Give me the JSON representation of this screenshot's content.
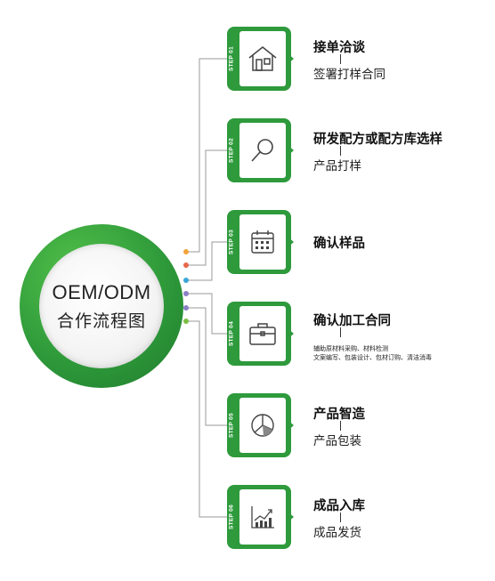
{
  "hub": {
    "title": "OEM/ODM",
    "subtitle": "合作流程图"
  },
  "colors": {
    "green": "#2e9a3c",
    "dot_colors": [
      "#f2a33a",
      "#e8674a",
      "#3aa6d8",
      "#8a7fc4",
      "#8a7fc4",
      "#7cbf45"
    ]
  },
  "steps": [
    {
      "step": "STEP 01",
      "icon": "house-icon",
      "title": "接单洽谈",
      "subtitle": "签署打样合同"
    },
    {
      "step": "STEP 02",
      "icon": "magnifier-icon",
      "title": "研发配方或配方库选样",
      "subtitle": "产品打样"
    },
    {
      "step": "STEP 03",
      "icon": "calendar-icon",
      "title": "确认样品",
      "subtitle": ""
    },
    {
      "step": "STEP 04",
      "icon": "briefcase-icon",
      "title": "确认加工合同",
      "subtitle": "",
      "notes": [
        "辅助原材料采购、材料检测",
        "文案编写、包装设计、包材订购、清洁消毒"
      ]
    },
    {
      "step": "STEP 05",
      "icon": "pie-chart-icon",
      "title": "产品智造",
      "subtitle": "产品包装"
    },
    {
      "step": "STEP 06",
      "icon": "bar-chart-icon",
      "title": "成品入库",
      "subtitle": "成品发货"
    }
  ]
}
